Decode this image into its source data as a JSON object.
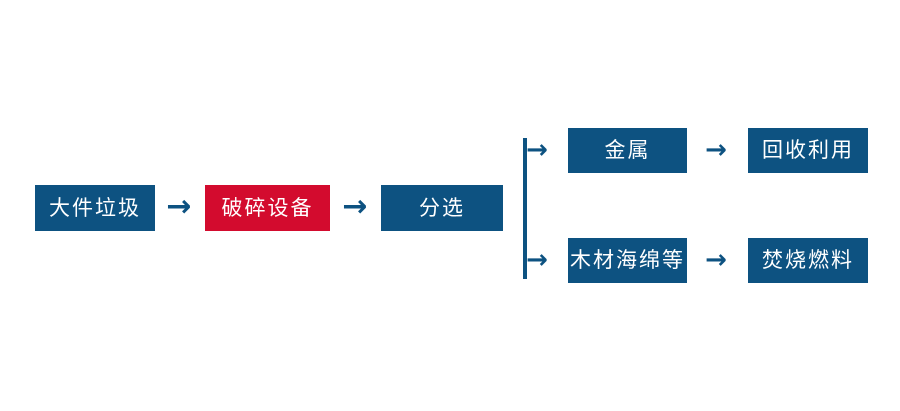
{
  "diagram": {
    "title_semantic": "bulky-waste-processing-flowchart",
    "background": "#ffffff",
    "colors": {
      "primary_blue": "#0d5281",
      "highlight_red": "#d30b2e",
      "arrow_blue": "#0d5281",
      "label_text": "#ffffff"
    },
    "arrow_glyph": "→",
    "main_flow": {
      "bulky_waste": "大件垃圾",
      "crushing_equipment": "破碎设备",
      "sorting": "分选"
    },
    "branches": {
      "top": {
        "material": "金属",
        "destination": "回收利用"
      },
      "bottom": {
        "material": "木材海绵等",
        "destination": "焚烧燃料"
      }
    }
  }
}
